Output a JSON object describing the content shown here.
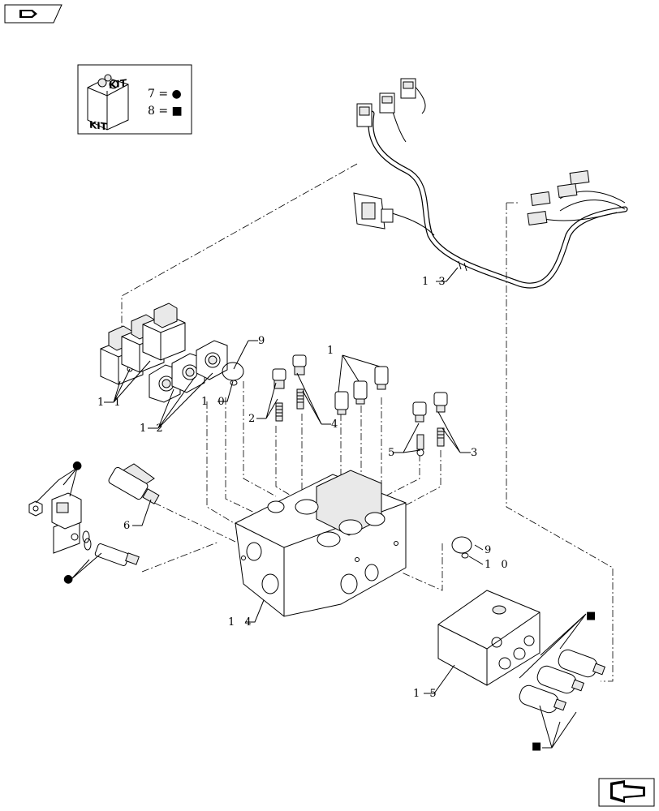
{
  "nav": {
    "back_icon": "page-back-icon",
    "next_icon": "page-next-icon"
  },
  "kit_legend": {
    "kit_word_left": "KIT",
    "kit_word_right": "KIT",
    "line_7": "7 = ●",
    "line_8": "8 = ■"
  },
  "callouts": {
    "c1": "1",
    "c2": "2",
    "c3": "3",
    "c4": "4",
    "c5": "5",
    "c6": "6",
    "c9a": "9",
    "c9b": "9",
    "c10a": "1 0",
    "c10b": "1 0",
    "c11": "1 1",
    "c12": "1 2",
    "c13": "1 3",
    "c14": "1 4",
    "c15": "1 5"
  },
  "symbols": {
    "dot": "●",
    "square": "■"
  }
}
